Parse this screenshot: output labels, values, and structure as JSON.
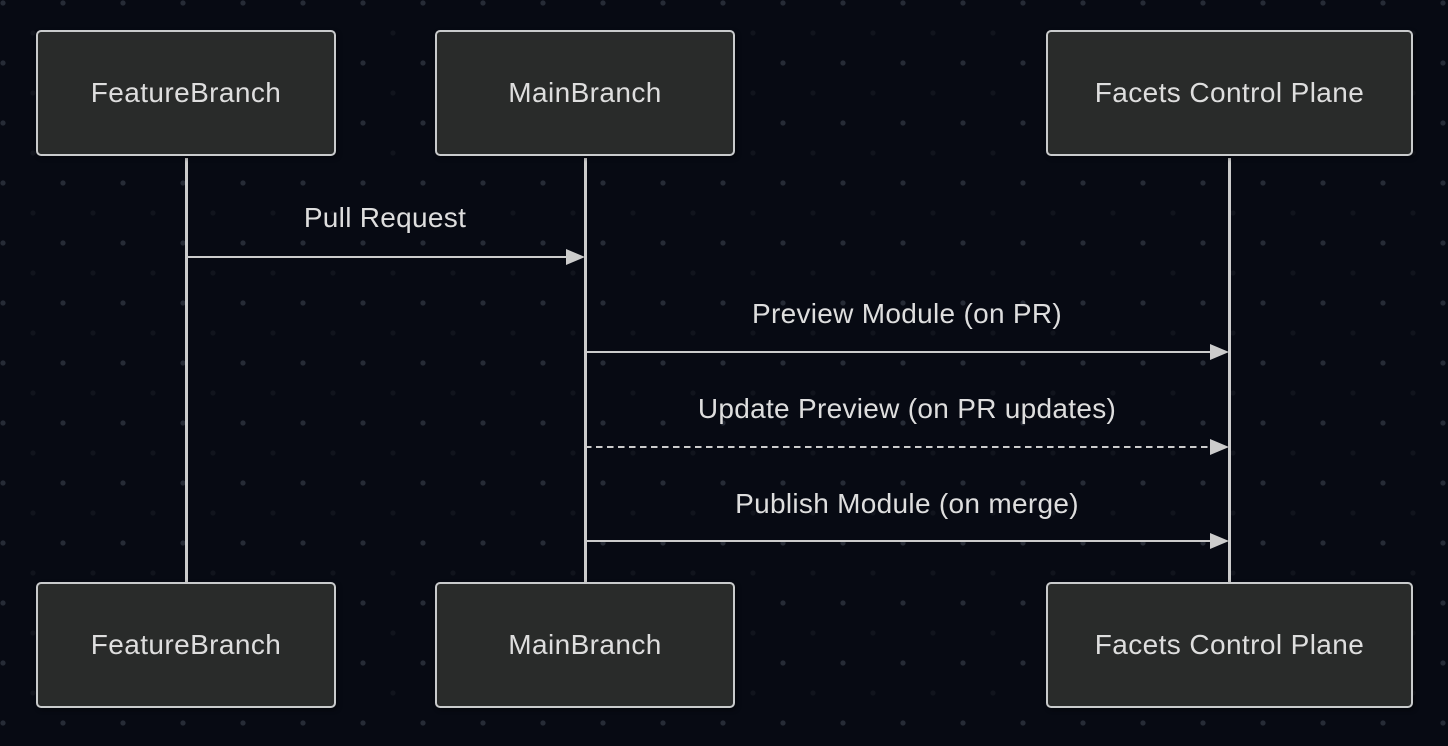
{
  "diagram": {
    "type": "sequence-diagram",
    "actors": [
      {
        "id": "feature-branch",
        "label": "FeatureBranch"
      },
      {
        "id": "main-branch",
        "label": "MainBranch"
      },
      {
        "id": "facets-control-plane",
        "label": "Facets Control Plane"
      }
    ],
    "messages": [
      {
        "from": "FeatureBranch",
        "to": "MainBranch",
        "label": "Pull Request",
        "line": "solid",
        "arrowhead": "filled-triangle"
      },
      {
        "from": "MainBranch",
        "to": "Facets Control Plane",
        "label": "Preview Module (on PR)",
        "line": "solid",
        "arrowhead": "filled-triangle"
      },
      {
        "from": "MainBranch",
        "to": "Facets Control Plane",
        "label": "Update Preview (on PR updates)",
        "line": "dashed",
        "arrowhead": "filled-triangle"
      },
      {
        "from": "MainBranch",
        "to": "Facets Control Plane",
        "label": "Publish Module (on merge)",
        "line": "solid",
        "arrowhead": "filled-triangle"
      }
    ],
    "colors": {
      "bg": "#070a13",
      "dot": "#262b36",
      "dot_faint": "#11141d",
      "box_fill": "#292b2a",
      "box_border": "#c9cbcc",
      "text": "#dedede",
      "line": "#cccccc"
    }
  }
}
